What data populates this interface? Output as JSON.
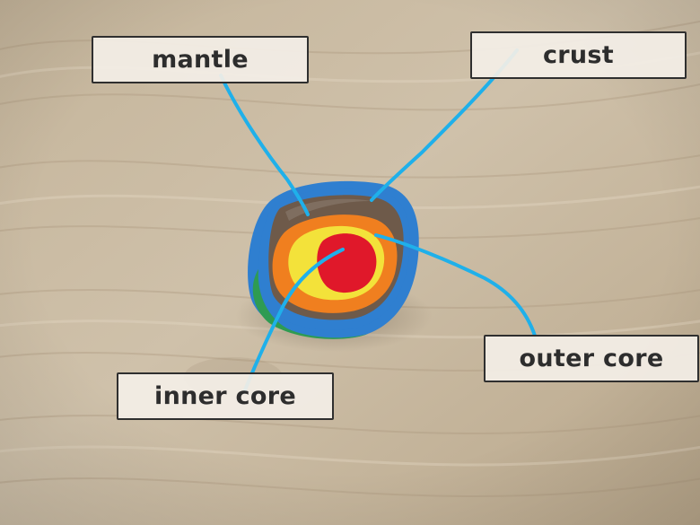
{
  "labels": {
    "mantle": "mantle",
    "crust": "crust",
    "outer_core": "outer core",
    "inner_core": "inner core"
  },
  "colors": {
    "pointer_line": "#1fb0ea",
    "table_wood": "#c9bba3",
    "crust_layer": "#2f7fd0",
    "mantle_layer": "#6e5a4a",
    "outer_core_layer": "#f07f1f",
    "inner_core_layer": "#e0182a",
    "yellow_layer": "#f3e23a",
    "green_edge": "#2e9b52"
  }
}
